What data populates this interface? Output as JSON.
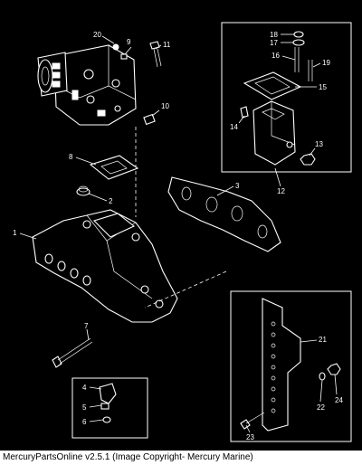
{
  "callouts": {
    "c1": "1",
    "c2": "2",
    "c3": "3",
    "c4": "4",
    "c5": "5",
    "c6": "6",
    "c7": "7",
    "c8": "8",
    "c9": "9",
    "c10": "10",
    "c11": "11",
    "c12": "12",
    "c13": "13",
    "c14": "14",
    "c15": "15",
    "c16": "16",
    "c17": "17",
    "c18": "18",
    "c19": "19",
    "c20": "20",
    "c21": "21",
    "c22": "22",
    "c23": "23",
    "c24": "24"
  },
  "footer": {
    "text": "MercuryPartsOnline v2.5.1 (Image Copyright- Mercury Marine)"
  },
  "colors": {
    "background": "#000000",
    "linework": "#ffffff",
    "footer_bg": "#ffffff"
  }
}
